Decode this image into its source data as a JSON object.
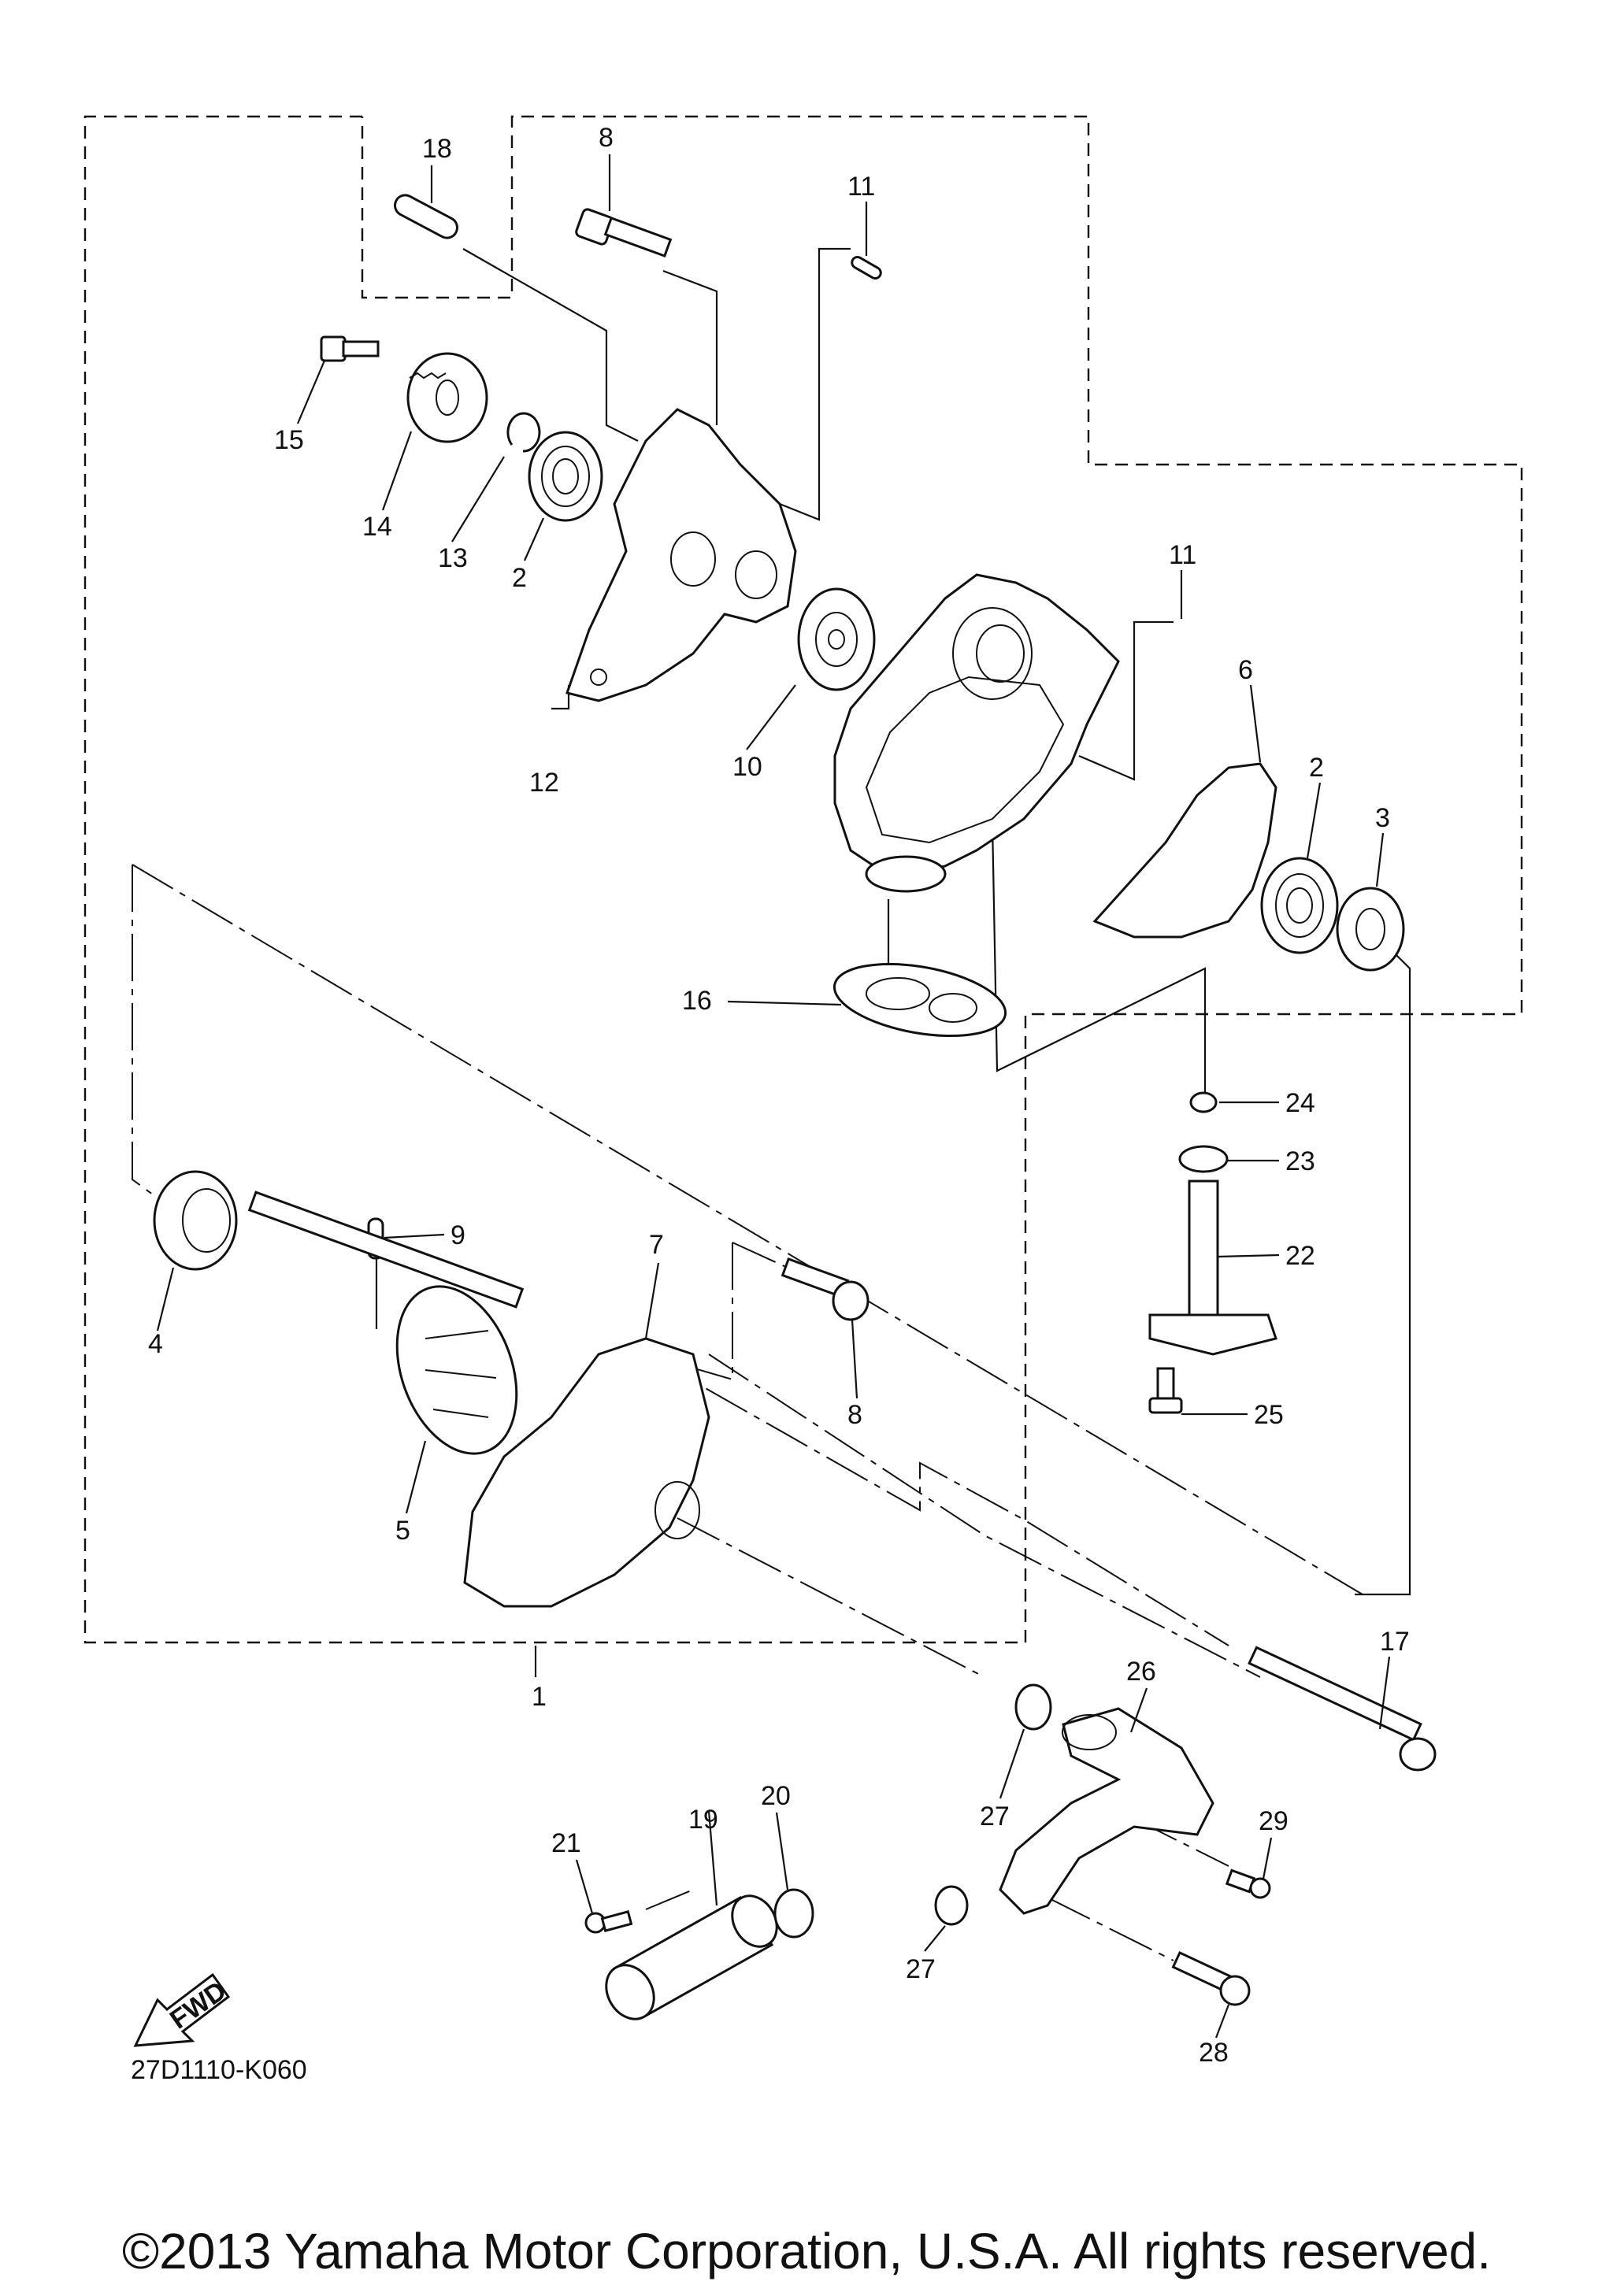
{
  "parts": [
    {
      "id": "1",
      "label": "1"
    },
    {
      "id": "2a",
      "label": "2"
    },
    {
      "id": "2b",
      "label": "2"
    },
    {
      "id": "3",
      "label": "3"
    },
    {
      "id": "4",
      "label": "4"
    },
    {
      "id": "5",
      "label": "5"
    },
    {
      "id": "6",
      "label": "6"
    },
    {
      "id": "7",
      "label": "7"
    },
    {
      "id": "8a",
      "label": "8"
    },
    {
      "id": "8b",
      "label": "8"
    },
    {
      "id": "9",
      "label": "9"
    },
    {
      "id": "10",
      "label": "10"
    },
    {
      "id": "11a",
      "label": "11"
    },
    {
      "id": "11b",
      "label": "11"
    },
    {
      "id": "12",
      "label": "12"
    },
    {
      "id": "13",
      "label": "13"
    },
    {
      "id": "14",
      "label": "14"
    },
    {
      "id": "15",
      "label": "15"
    },
    {
      "id": "16",
      "label": "16"
    },
    {
      "id": "17",
      "label": "17"
    },
    {
      "id": "18",
      "label": "18"
    },
    {
      "id": "19",
      "label": "19"
    },
    {
      "id": "20",
      "label": "20"
    },
    {
      "id": "21",
      "label": "21"
    },
    {
      "id": "22",
      "label": "22"
    },
    {
      "id": "23",
      "label": "23"
    },
    {
      "id": "24",
      "label": "24"
    },
    {
      "id": "25",
      "label": "25"
    },
    {
      "id": "26",
      "label": "26"
    },
    {
      "id": "27a",
      "label": "27"
    },
    {
      "id": "27b",
      "label": "27"
    },
    {
      "id": "28",
      "label": "28"
    },
    {
      "id": "29",
      "label": "29"
    }
  ],
  "fwd_label": "FWD",
  "diagram_code": "27D1110-K060",
  "copyright": "©2013 Yamaha Motor Corporation, U.S.A. All rights reserved."
}
